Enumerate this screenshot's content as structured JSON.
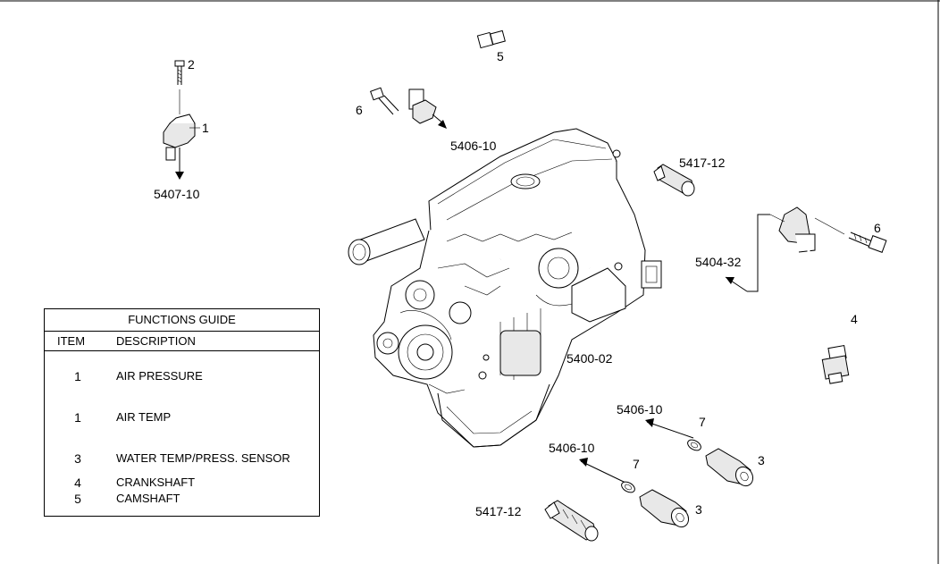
{
  "labels": {
    "l2": "2",
    "l1": "1",
    "l5407": "5407-10",
    "l5": "5",
    "l6a": "6",
    "l5406a": "5406-10",
    "l5417a": "5417-12",
    "l6b": "6",
    "l5404": "5404-32",
    "l4": "4",
    "l5400": "5400-02",
    "l5406b": "5406-10",
    "l7a": "7",
    "l3a": "3",
    "l5406c": "5406-10",
    "l7b": "7",
    "l3b": "3",
    "l5417b": "5417-12"
  },
  "guide": {
    "title": "FUNCTIONS GUIDE",
    "col_item": "ITEM",
    "col_desc": "DESCRIPTION",
    "rows": [
      {
        "item": "1",
        "desc": "AIR PRESSURE"
      },
      {
        "item": "1",
        "desc": "AIR TEMP"
      },
      {
        "item": "3",
        "desc": "WATER TEMP/PRESS. SENSOR"
      },
      {
        "item": "4",
        "desc": "CRANKSHAFT"
      },
      {
        "item": "5",
        "desc": "CAMSHAFT"
      }
    ]
  }
}
